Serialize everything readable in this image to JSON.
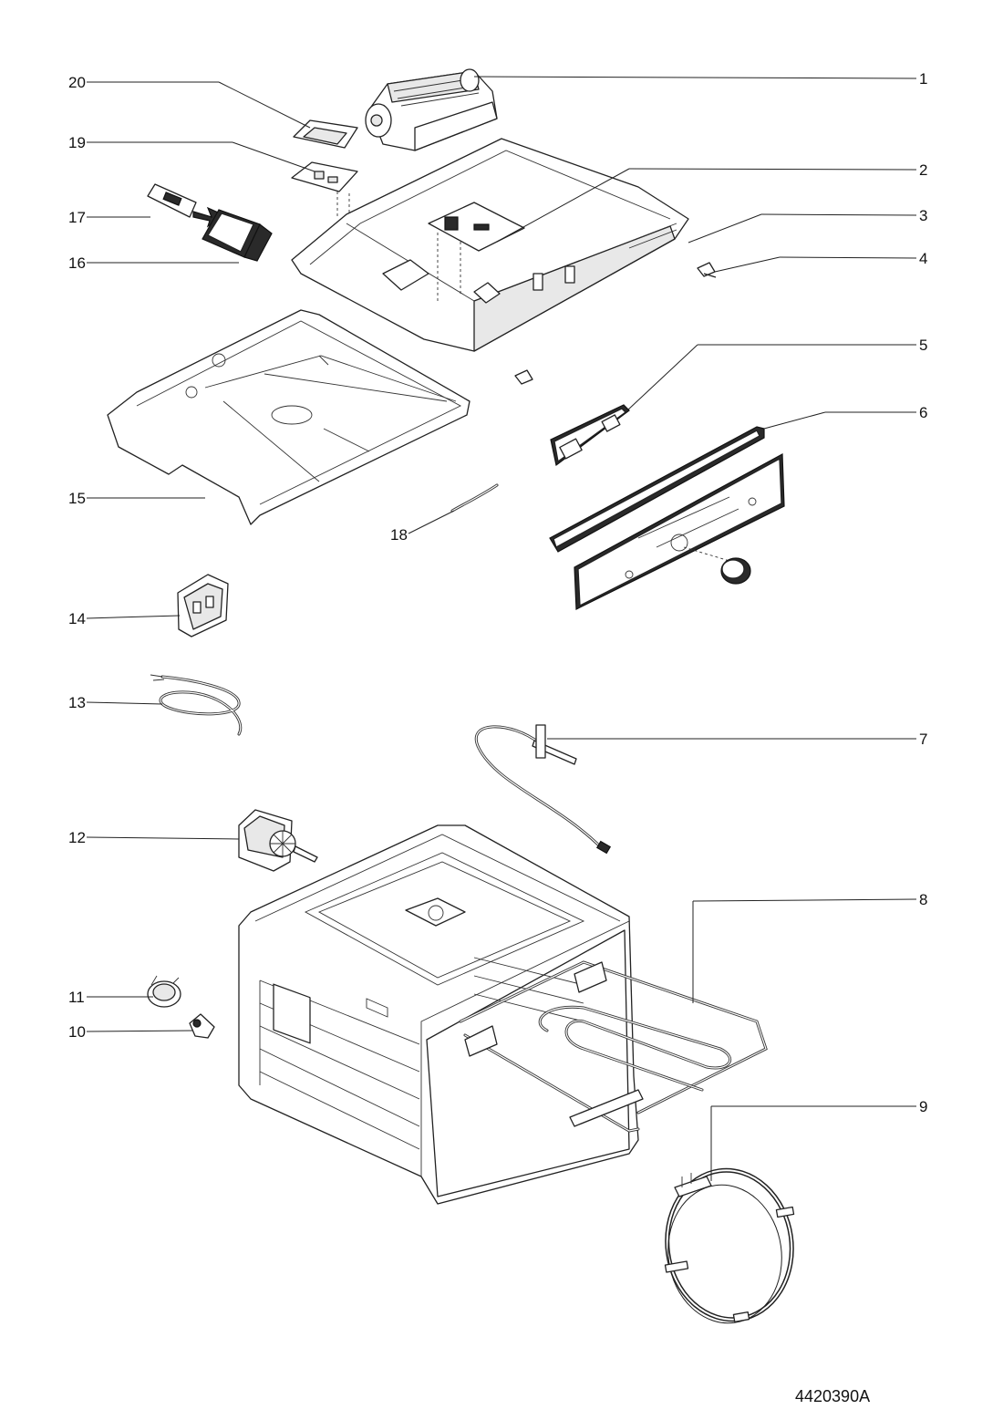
{
  "document_number": "4420390A",
  "callouts": [
    {
      "id": "1",
      "text": "1"
    },
    {
      "id": "2",
      "text": "2"
    },
    {
      "id": "3",
      "text": "3"
    },
    {
      "id": "4",
      "text": "4"
    },
    {
      "id": "5",
      "text": "5"
    },
    {
      "id": "6",
      "text": "6"
    },
    {
      "id": "7",
      "text": "7"
    },
    {
      "id": "8",
      "text": "8"
    },
    {
      "id": "9",
      "text": "9"
    },
    {
      "id": "10",
      "text": "10"
    },
    {
      "id": "11",
      "text": "11"
    },
    {
      "id": "12",
      "text": "12"
    },
    {
      "id": "13",
      "text": "13"
    },
    {
      "id": "14",
      "text": "14"
    },
    {
      "id": "15",
      "text": "15"
    },
    {
      "id": "16",
      "text": "16"
    },
    {
      "id": "17",
      "text": "17"
    },
    {
      "id": "18",
      "text": "18"
    },
    {
      "id": "19",
      "text": "19"
    },
    {
      "id": "20",
      "text": "20"
    }
  ]
}
